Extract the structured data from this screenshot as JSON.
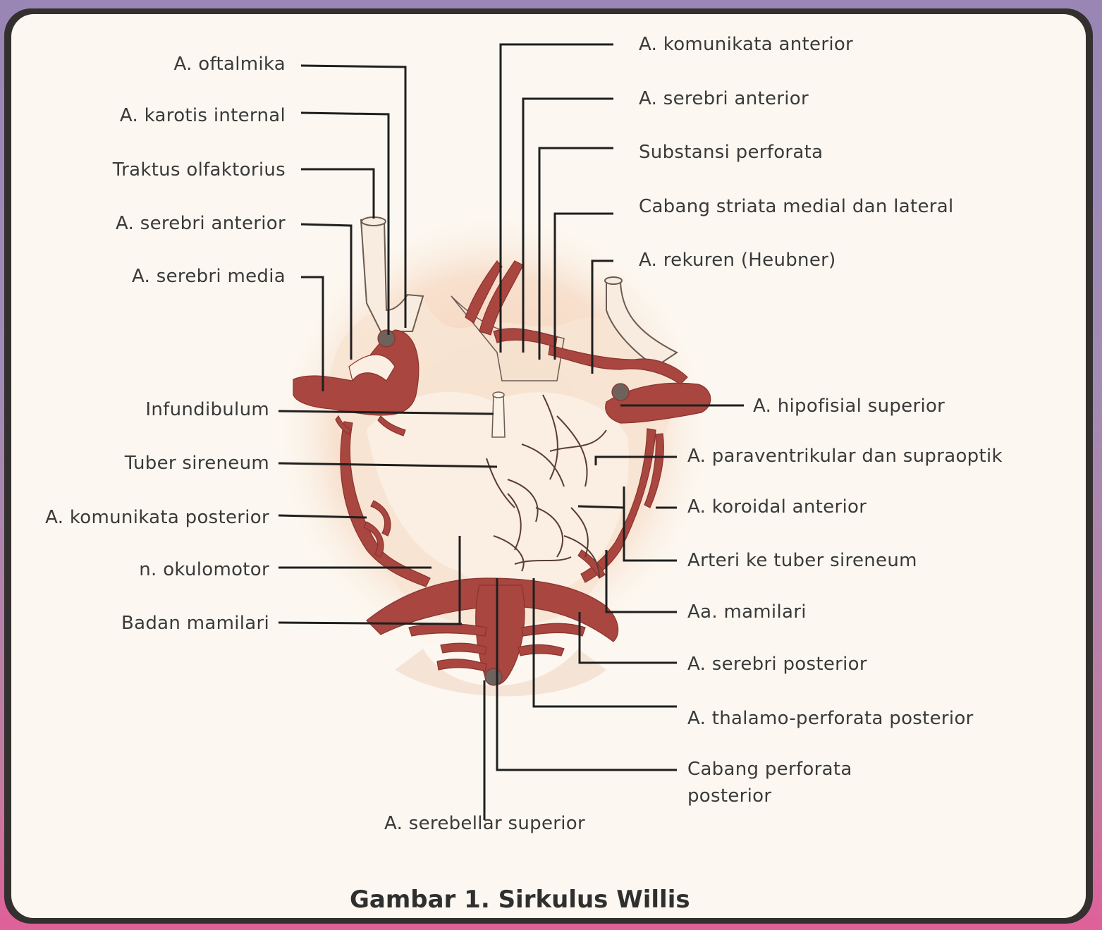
{
  "figure": {
    "caption": "Gambar 1. Sirkulus Willis",
    "colors": {
      "artery": "#a8463f",
      "tissue": "#f6d9c2",
      "tissue_glow": "#eeb99b",
      "line": "#1f1f1f",
      "paper": "#fcf8f1"
    }
  },
  "labels_left": [
    "A. oftalmika",
    "A. karotis internal",
    "Traktus olfaktorius",
    "A. serebri anterior",
    "A. serebri media",
    "Infundibulum",
    "Tuber sireneum",
    "A. komunikata posterior",
    "n. okulomotor",
    "Badan mamilari"
  ],
  "labels_right": [
    "A. komunikata anterior",
    "A. serebri anterior",
    "Substansi perforata",
    "Cabang striata medial dan lateral",
    "A. rekuren (Heubner)",
    "A. hipofisial superior",
    "A. paraventrikular dan supraoptik",
    "A. koroidal anterior",
    "Arteri ke tuber sireneum",
    "Aa. mamilari",
    "A. serebri posterior",
    "A. thalamo-perforata posterior"
  ],
  "label_bottom_right": {
    "line1": "Cabang perforata",
    "line2": "posterior"
  },
  "label_bottom": "A. serebellar superior"
}
